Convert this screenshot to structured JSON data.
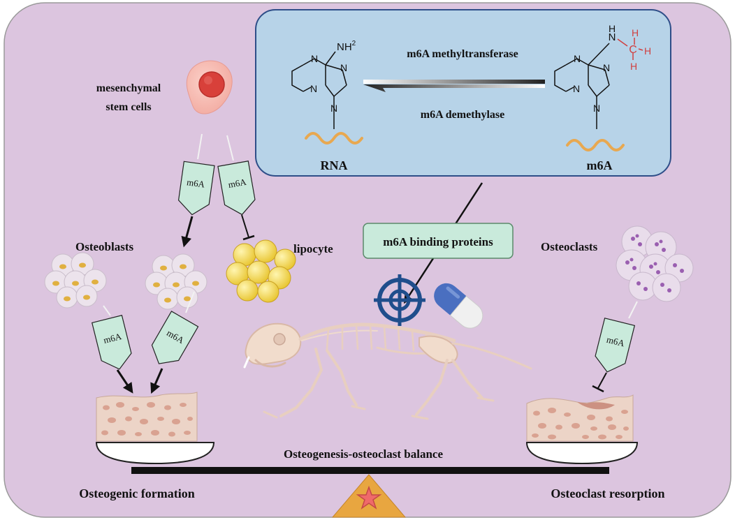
{
  "reaction": {
    "forward_label": "m6A methyltransferase",
    "reverse_label": "m6A demethylase",
    "rna_label": "RNA",
    "m6a_label": "m6A",
    "amine": "NH",
    "amine_sup": "2",
    "atom_n": "N",
    "atom_c": "C",
    "atom_h": "H"
  },
  "labels": {
    "msc_line1": "mesenchymal",
    "msc_line2": "stem cells",
    "osteoblasts": "Osteoblasts",
    "lipocyte": "lipocyte",
    "osteoclasts": "Osteoclasts",
    "binding_proteins": "m6A binding proteins",
    "balance": "Osteogenesis-osteoclast balance",
    "formation": "Osteogenic formation",
    "resorption": "Osteoclast resorption"
  },
  "pen_label": "m6A",
  "colors": {
    "panel_bg": "#dcc5df",
    "reaction_bg": "#b7d3e8",
    "pen_fill": "#c9eadb",
    "bone_fill": "#ecd4c7",
    "target": "#1f4e8c",
    "wave": "#e8a850",
    "fulcrum": "#e8a640",
    "methyl_red": "#d04040"
  }
}
